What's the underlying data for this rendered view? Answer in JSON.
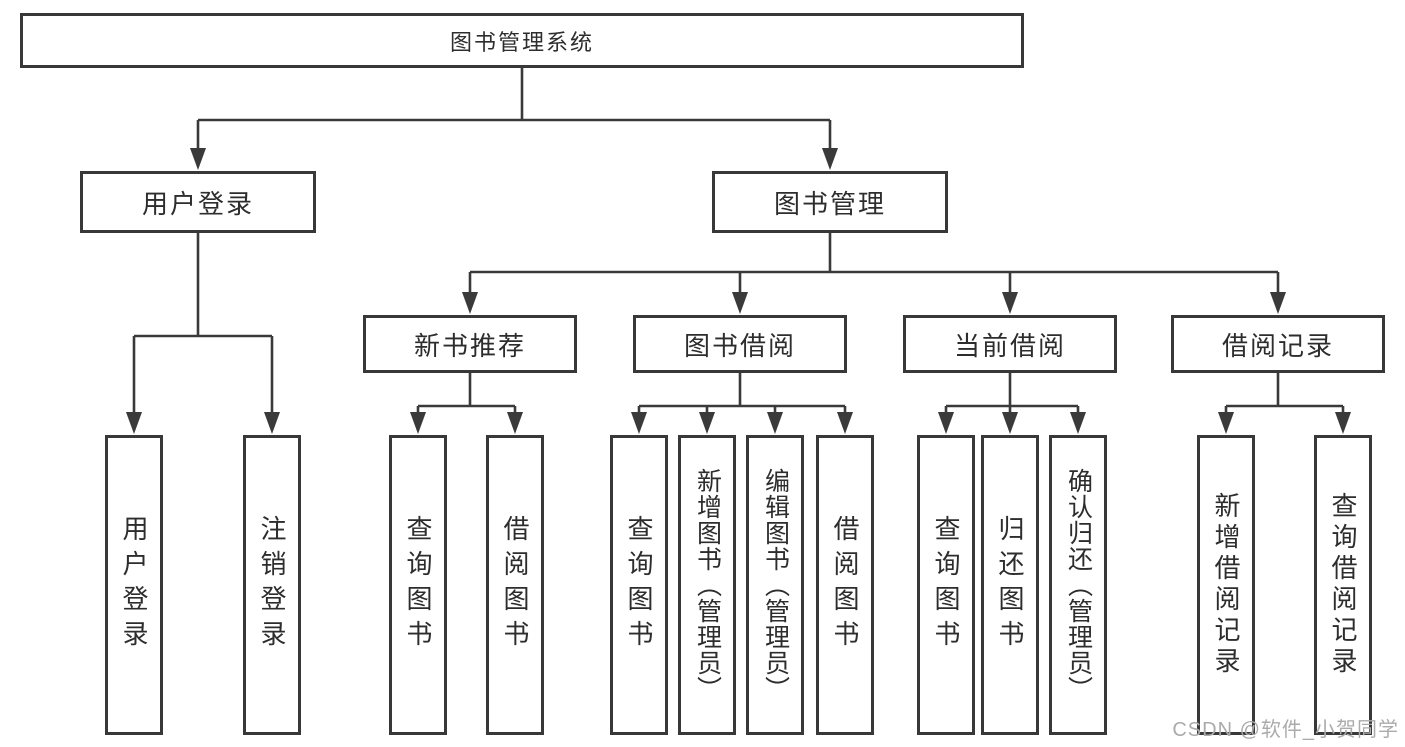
{
  "colors": {
    "line": "#3a3a3a",
    "border": "#383838",
    "text": "#2d2d2d",
    "background": "#ffffff",
    "watermark": "#ababab"
  },
  "watermark": {
    "text": "CSDN @软件_小贺同学"
  },
  "diagram": {
    "root": {
      "label": "图书管理系统",
      "children": [
        {
          "label": "用户登录",
          "children": [
            {
              "label": "用户登录"
            },
            {
              "label": "注销登录"
            }
          ]
        },
        {
          "label": "图书管理",
          "children": [
            {
              "label": "新书推荐",
              "children": [
                {
                  "label": "查询图书"
                },
                {
                  "label": "借阅图书"
                }
              ]
            },
            {
              "label": "图书借阅",
              "children": [
                {
                  "label": "查询图书"
                },
                {
                  "label": "新增图书（管理员）"
                },
                {
                  "label": "编辑图书（管理员）"
                },
                {
                  "label": "借阅图书"
                }
              ]
            },
            {
              "label": "当前借阅",
              "children": [
                {
                  "label": "查询图书"
                },
                {
                  "label": "归还图书"
                },
                {
                  "label": "确认归还（管理员）"
                }
              ]
            },
            {
              "label": "借阅记录",
              "children": [
                {
                  "label": "新增借阅记录"
                },
                {
                  "label": "查询借阅记录"
                }
              ]
            }
          ]
        }
      ]
    }
  }
}
